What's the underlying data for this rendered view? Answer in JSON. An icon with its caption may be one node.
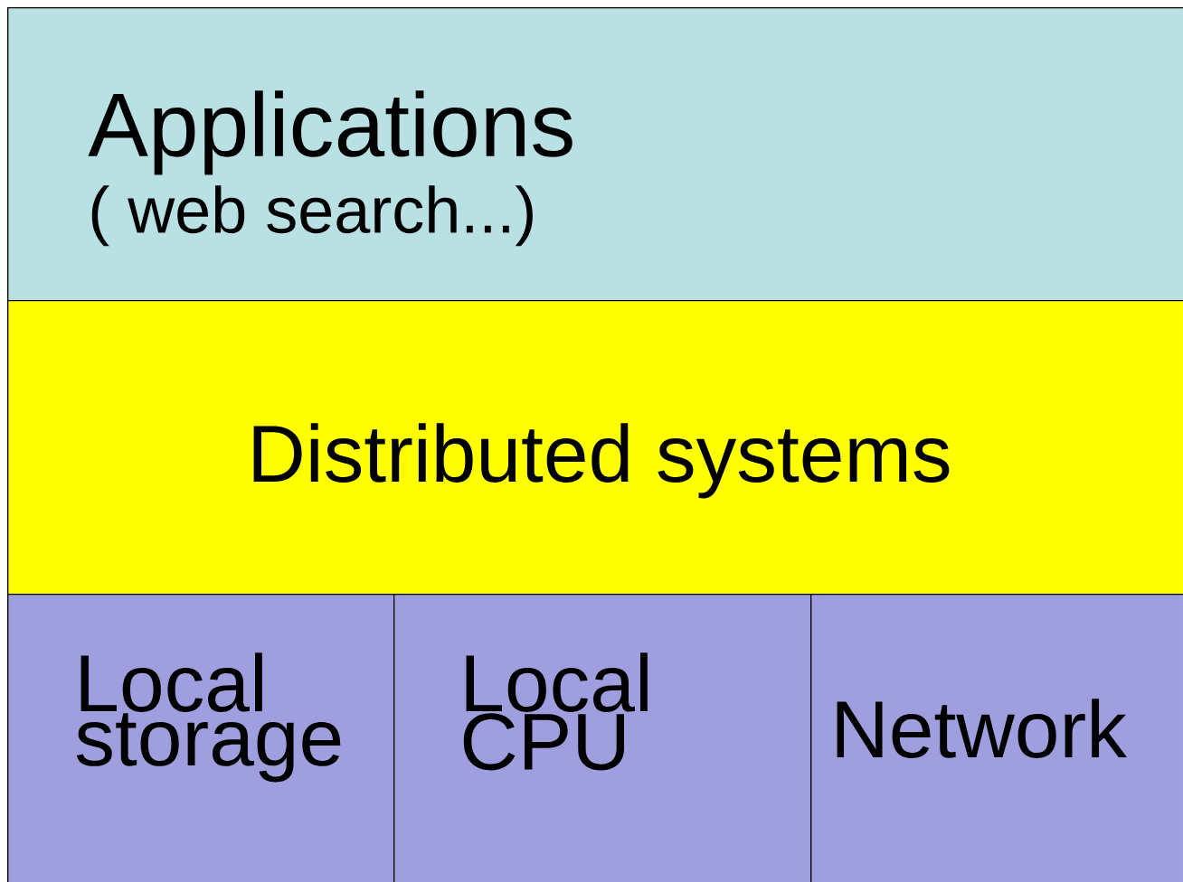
{
  "diagram": {
    "nodes": [
      {
        "text": [
          "Applications",
          "( web search...)"
        ]
      },
      {
        "text": [
          "Distributed systems"
        ]
      },
      {
        "text": [
          "Local storage"
        ]
      },
      {
        "text": [
          "Local CPU"
        ]
      },
      {
        "text": [
          "Network"
        ]
      }
    ]
  }
}
